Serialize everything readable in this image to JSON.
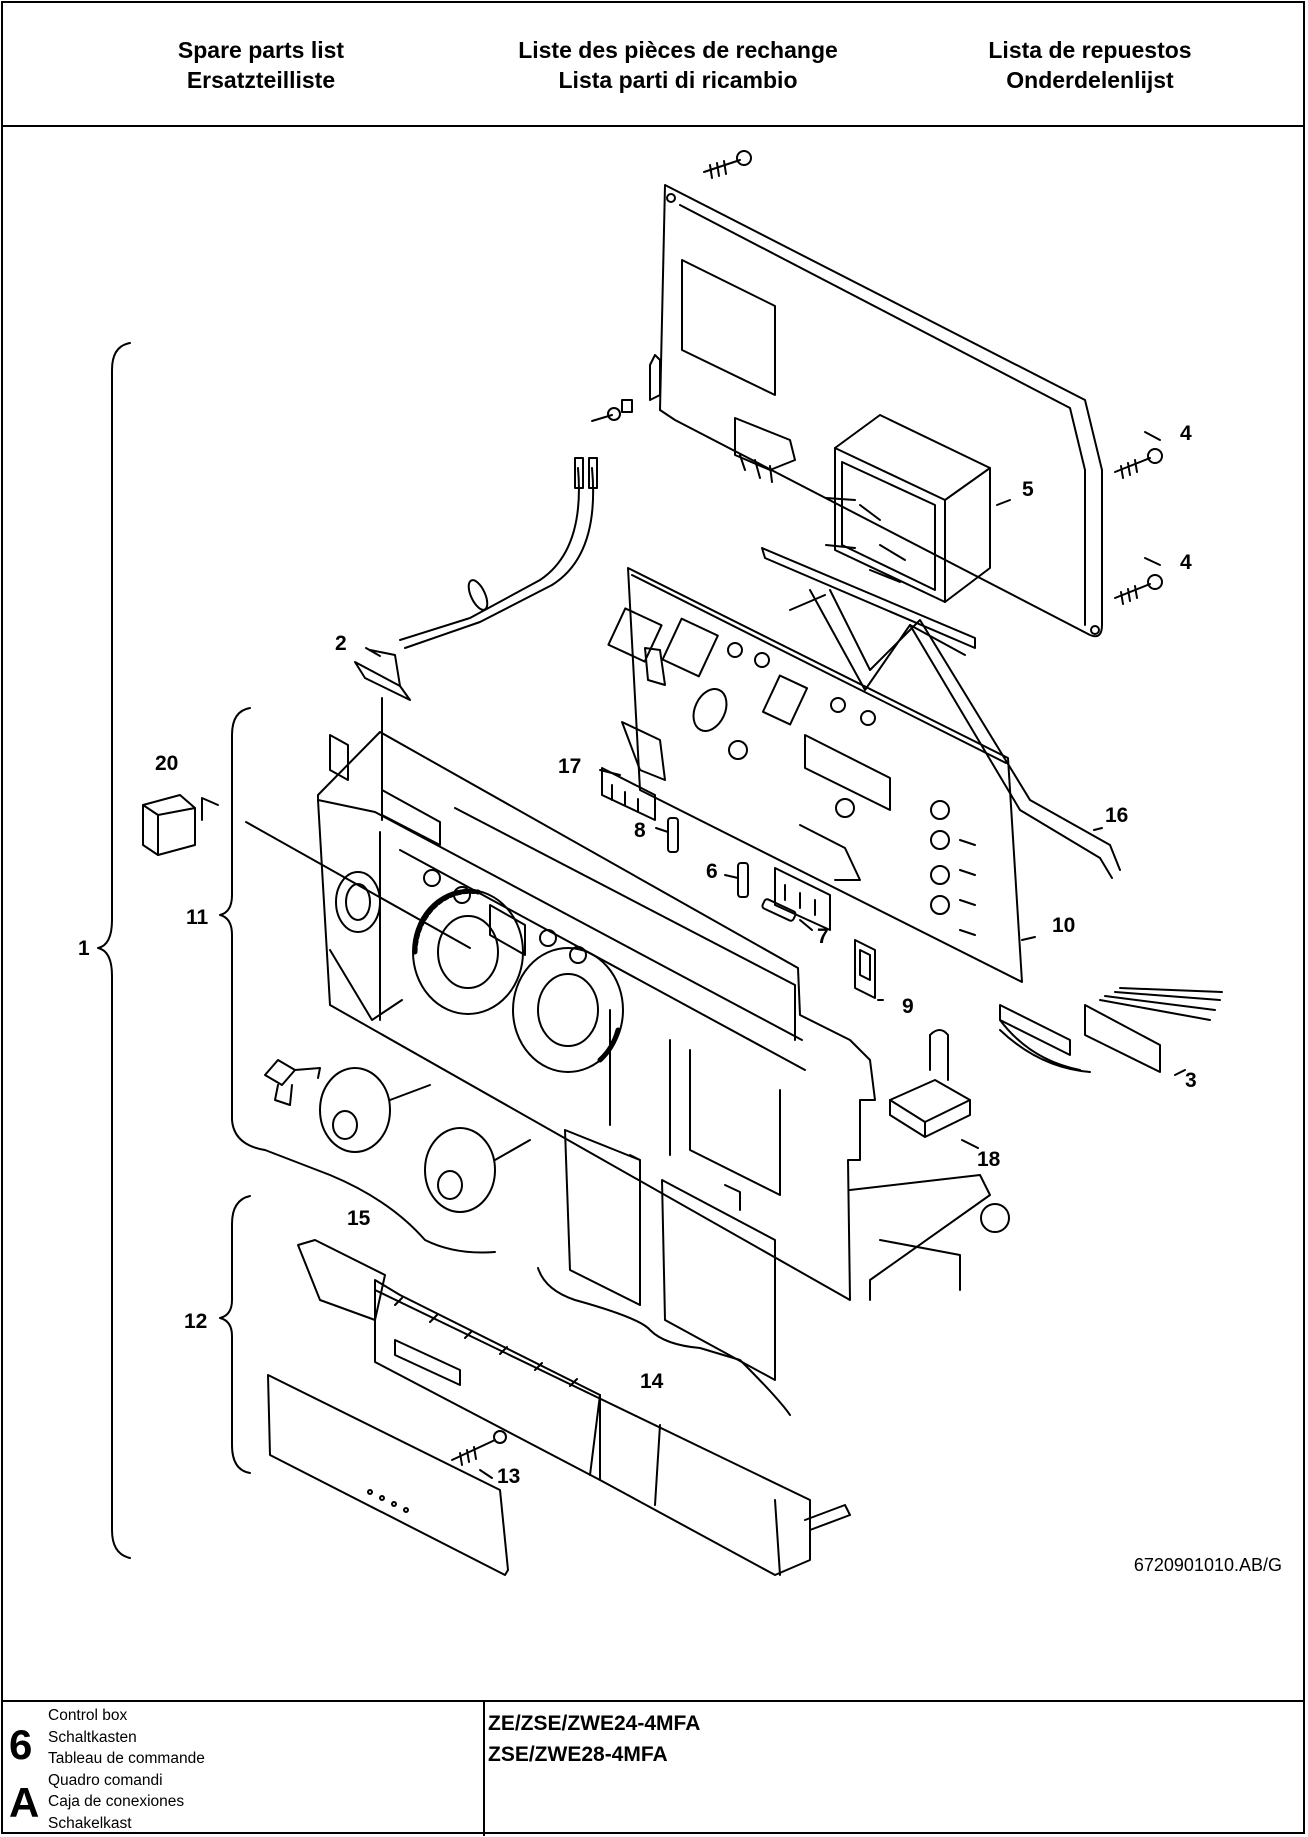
{
  "header": {
    "col1": [
      "Spare parts list",
      "Ersatzteilliste"
    ],
    "col2": [
      "Liste des pièces de rechange",
      "Lista parti di ricambio"
    ],
    "col3": [
      "Lista de repuestos",
      "Onderdelenlijst"
    ]
  },
  "diagram": {
    "callouts": [
      "1",
      "2",
      "3",
      "4",
      "4",
      "5",
      "6",
      "7",
      "8",
      "9",
      "10",
      "11",
      "12",
      "13",
      "14",
      "15",
      "16",
      "17",
      "18",
      "20"
    ],
    "reference": "6720901010.AB/G"
  },
  "footer": {
    "page_number": "6",
    "section_letter": "A",
    "labels": [
      "Control box",
      "Schaltkasten",
      "Tableau de commande",
      "Quadro comandi",
      "Caja de conexiones",
      "Schakelkast"
    ],
    "models": [
      "ZE/ZSE/ZWE24-4MFA",
      "ZSE/ZWE28-4MFA"
    ]
  }
}
